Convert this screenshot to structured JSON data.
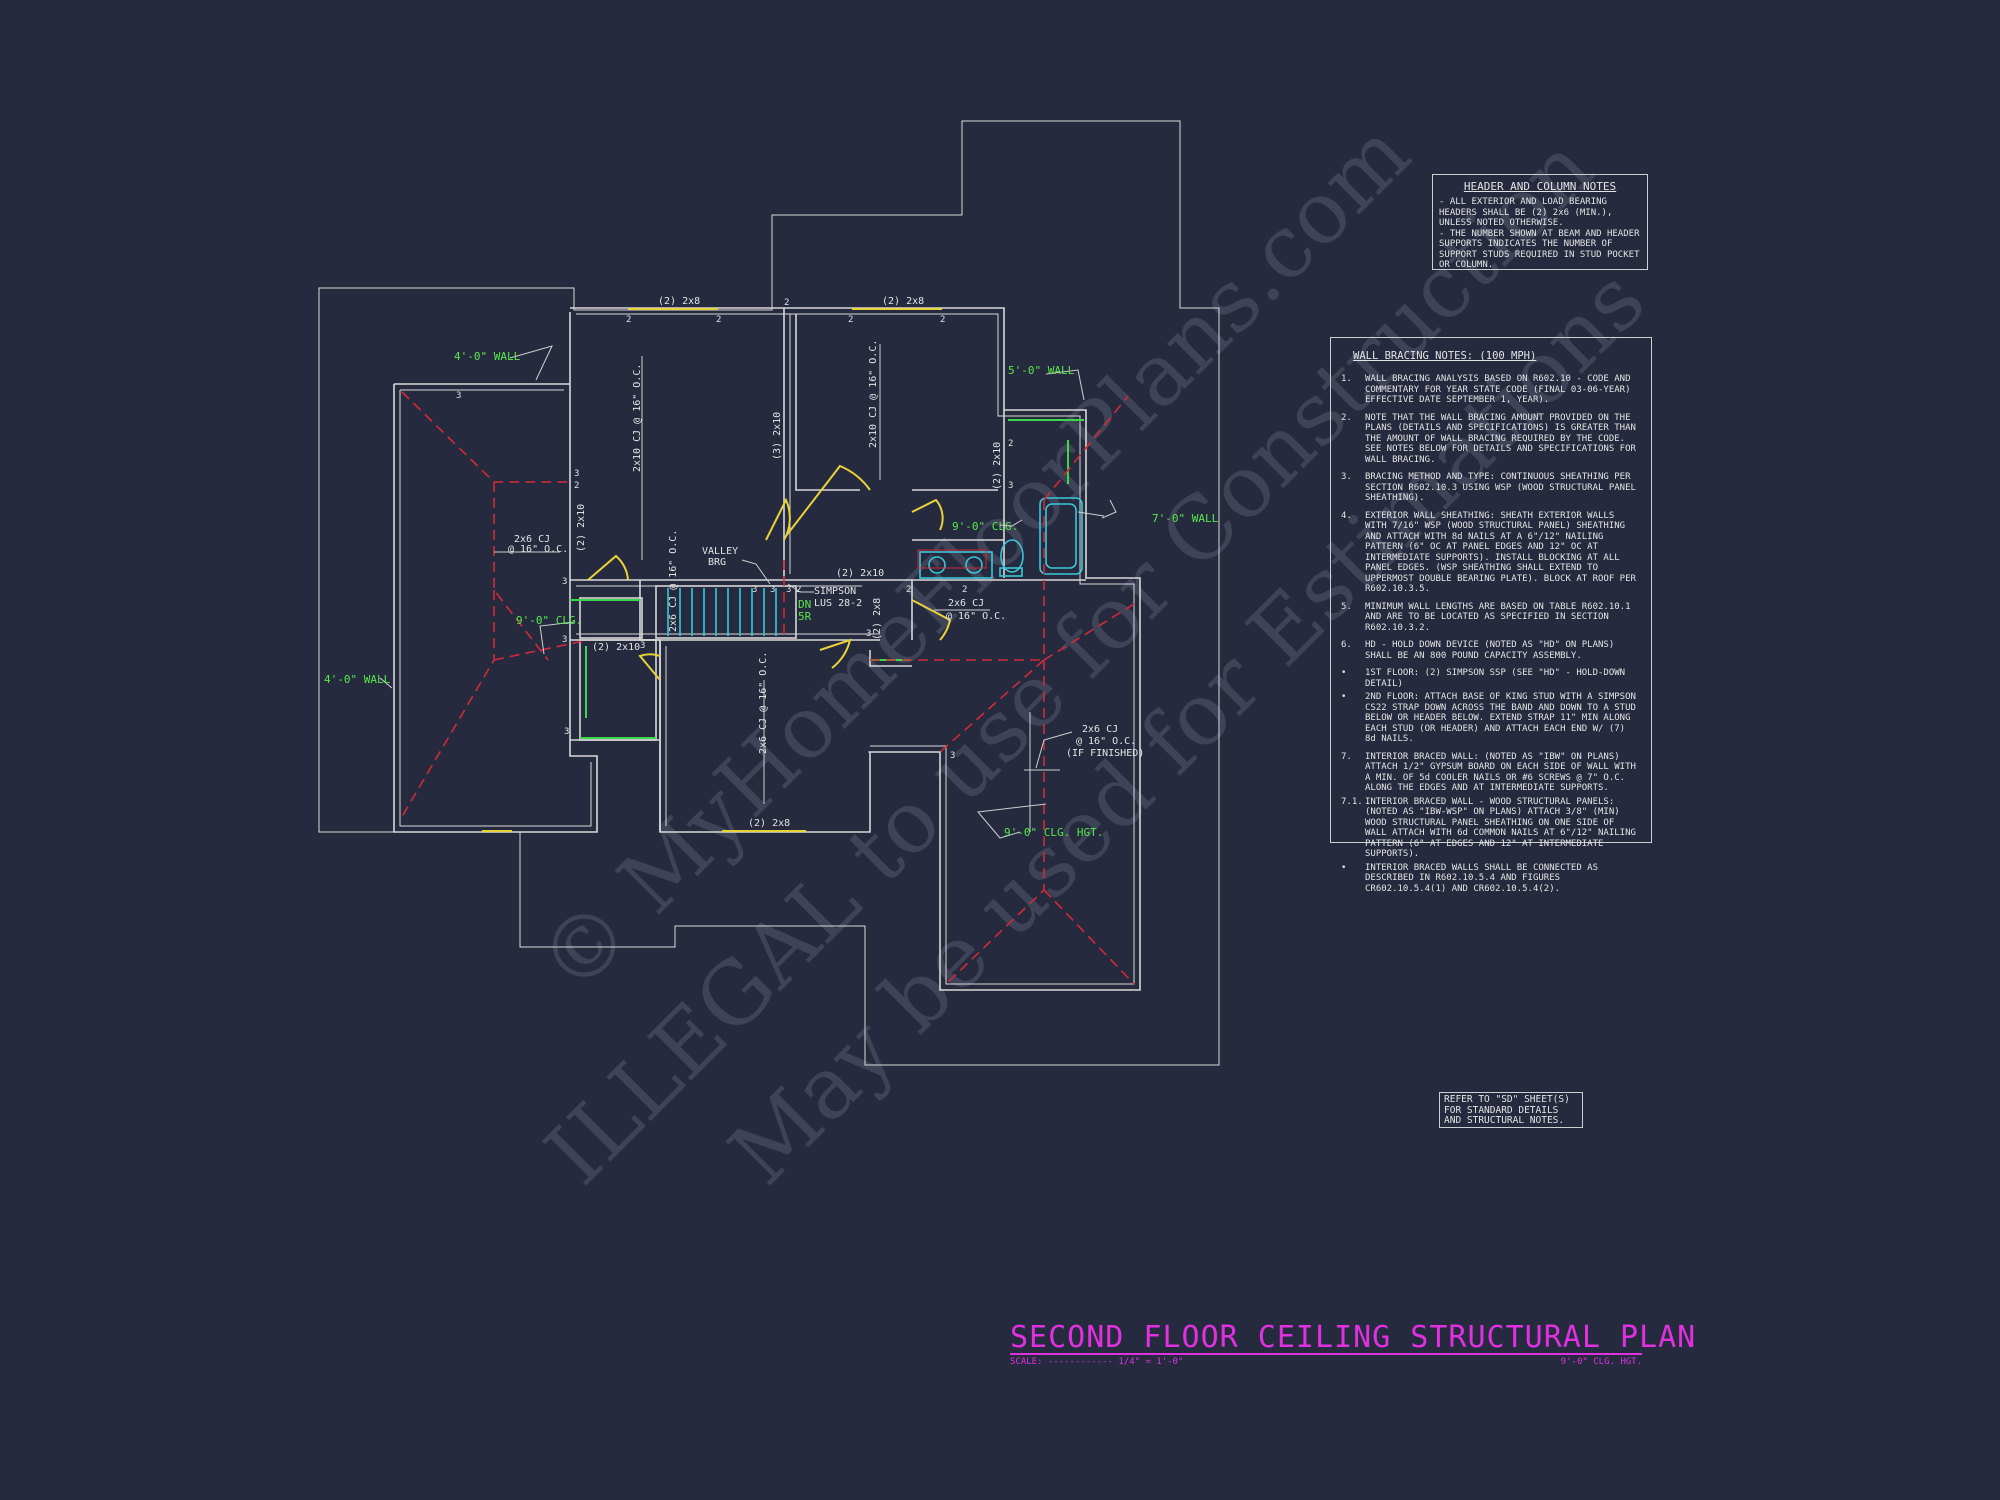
{
  "plan_title": "SECOND FLOOR CEILING STRUCTURAL PLAN",
  "scale_label": "SCALE: ------------ 1/4\" = 1'-0\"",
  "clg_hgt_label": "9'-0\" CLG. HGT.",
  "watermark": [
    "© MyHomeFloorPlans.com",
    "ILLEGAL to use for Construction",
    "May be used for Estimations"
  ],
  "header_notes": {
    "title": "HEADER AND COLUMN NOTES",
    "lines": [
      "- ALL EXTERIOR AND LOAD BEARING HEADERS SHALL BE (2) 2x6 (MIN.), UNLESS NOTED OTHERWISE.",
      "- THE NUMBER SHOWN AT BEAM AND HEADER SUPPORTS INDICATES THE NUMBER OF SUPPORT STUDS REQUIRED IN STUD POCKET OR COLUMN."
    ]
  },
  "wall_bracing": {
    "title": "WALL BRACING NOTES: (100 MPH)",
    "items": [
      {
        "n": "1.",
        "t": "WALL BRACING ANALYSIS BASED ON R602.10 - CODE AND COMMENTARY FOR YEAR STATE CODE (FINAL 03-06-YEAR) EFFECTIVE DATE SEPTEMBER 1, YEAR)."
      },
      {
        "n": "2.",
        "t": "NOTE THAT THE WALL BRACING AMOUNT PROVIDED ON THE PLANS (DETAILS AND SPECIFICATIONS) IS GREATER THAN THE AMOUNT OF WALL BRACING REQUIRED BY THE CODE. SEE NOTES BELOW FOR DETAILS AND SPECIFICATIONS FOR WALL BRACING."
      },
      {
        "n": "3.",
        "t": "BRACING METHOD AND TYPE: CONTINUOUS SHEATHING PER SECTION R602.10.3 USING WSP (WOOD STRUCTURAL PANEL SHEATHING)."
      },
      {
        "n": "4.",
        "t": "EXTERIOR WALL SHEATHING: SHEATH EXTERIOR WALLS WITH 7/16\" WSP (WOOD STRUCTURAL PANEL) SHEATHING AND ATTACH WITH 8d NAILS AT A 6\"/12\" NAILING PATTERN (6\" OC AT PANEL EDGES AND 12\" OC AT INTERMEDIATE SUPPORTS). INSTALL BLOCKING AT ALL PANEL EDGES. (WSP SHEATHING SHALL EXTEND TO UPPERMOST DOUBLE BEARING PLATE). BLOCK AT ROOF PER R602.10.3.5."
      },
      {
        "n": "5.",
        "t": "MINIMUM WALL LENGTHS ARE BASED ON TABLE R602.10.1 AND ARE TO BE LOCATED AS SPECIFIED IN SECTION R602.10.3.2."
      },
      {
        "n": "6.",
        "t": "HD - HOLD DOWN DEVICE (NOTED AS \"HD\" ON PLANS) SHALL BE AN 800 POUND CAPACITY ASSEMBLY."
      },
      {
        "n": "•",
        "t": "1ST FLOOR: (2) SIMPSON SSP (SEE \"HD\" - HOLD-DOWN DETAIL)"
      },
      {
        "n": "•",
        "t": "2ND FLOOR: ATTACH BASE OF KING STUD WITH A SIMPSON CS22 STRAP DOWN ACROSS THE BAND AND DOWN TO A STUD BELOW OR HEADER BELOW. EXTEND STRAP 11\" MIN ALONG EACH STUD (OR HEADER) AND ATTACH EACH END W/ (7) 8d NAILS."
      },
      {
        "n": "7.",
        "t": "INTERIOR BRACED WALL: (NOTED AS \"IBW\" ON PLANS) ATTACH 1/2\" GYPSUM BOARD ON EACH SIDE OF WALL WITH A MIN. OF 5d COOLER NAILS OR #6 SCREWS @ 7\" O.C. ALONG THE EDGES AND AT INTERMEDIATE SUPPORTS."
      },
      {
        "n": "7.1.",
        "t": "INTERIOR BRACED WALL - WOOD STRUCTURAL PANELS: (NOTED AS \"IBW-WSP\" ON PLANS) ATTACH 3/8\" (MIN) WOOD STRUCTURAL PANEL SHEATHING ON ONE SIDE OF WALL ATTACH WITH 6d COMMON NAILS AT 6\"/12\" NAILING PATTERN (6\" AT EDGES AND 12\" AT INTERMEDIATE SUPPORTS)."
      },
      {
        "n": "•",
        "t": "INTERIOR BRACED WALLS SHALL BE CONNECTED AS DESCRIBED IN R602.10.5.4 AND FIGURES CR602.10.5.4(1) AND CR602.10.5.4(2)."
      }
    ]
  },
  "refer_note": [
    "REFER TO \"SD\" SHEET(S)",
    "FOR STANDARD DETAILS",
    "AND STRUCTURAL NOTES."
  ],
  "labels": {
    "wall_4_top": "4'-0\" WALL",
    "wall_4_left": "4'-0\" WALL",
    "wall_5": "5'-0\" WALL",
    "wall_7": "7'-0\" WALL",
    "clg_9_left": "9'-0\" CLG.",
    "clg_9_bath": "9'-0\" CLG.",
    "clg_9_right": "9'-0\" CLG. HGT.",
    "cj_left_1": "2x6 CJ",
    "cj_left_2": "@ 16\" O.C.",
    "cj_right_1": "2x6 CJ",
    "cj_right_2": "@ 16\" O.C.",
    "cj_garage_1": "2x6 CJ",
    "cj_garage_2": "@ 16\" O.C.",
    "cj_garage_3": "(IF FINISHED)",
    "cj_bed1": "2x10 CJ @ 16\" O.C.",
    "cj_bed2": "2x10 CJ @ 16\" O.C.",
    "cj_stair": "2x6 CJ @ 16\" O.C.",
    "cj_bot": "2x6 CJ @ 16\" O.C.",
    "hdr_top1": "(2) 2x8",
    "hdr_top2": "(2) 2x8",
    "hdr_bot": "(2) 2x8",
    "hdr_mid": "(2) 2x10",
    "hdr_left": "(2) 2x10",
    "hdr_lower": "(2) 2x10",
    "hdr_vert": "(3) 2x10",
    "hdr_bath": "(2) 2x10",
    "hdr_hall": "(2) 2x8",
    "valley_1": "VALLEY",
    "valley_2": "BRG",
    "simpson_1": "SIMPSON",
    "simpson_2": "LUS 28-2",
    "dn": "DN",
    "sr": "5R"
  }
}
